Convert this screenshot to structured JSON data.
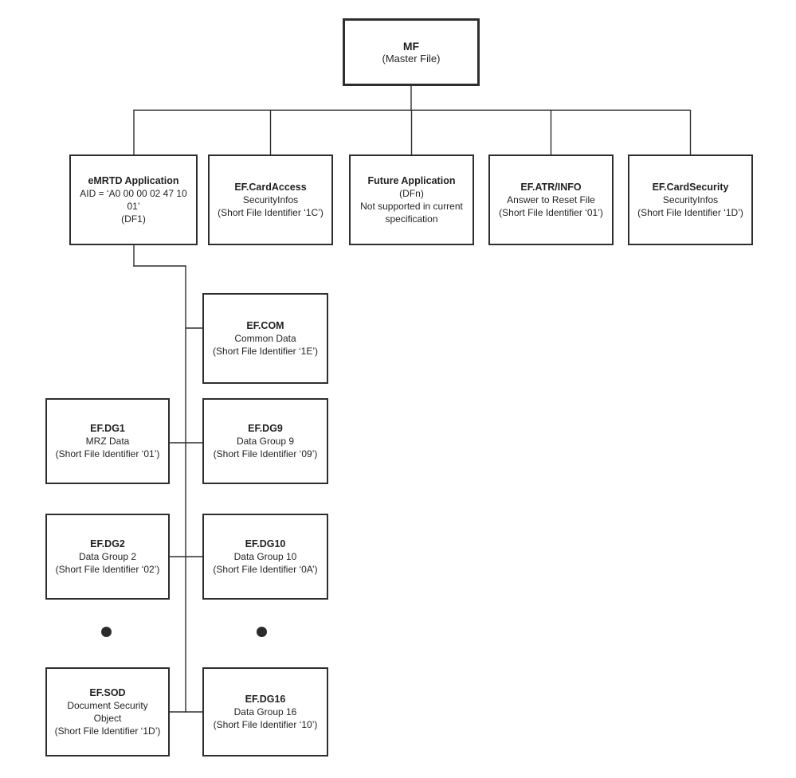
{
  "colors": {
    "line": "#2e2e2e",
    "text": "#231f20",
    "background": "#ffffff"
  },
  "nodes": {
    "mf": {
      "title": "MF",
      "lines": [
        "(Master File)"
      ]
    },
    "emrtd_application": {
      "title": "eMRTD Application",
      "lines": [
        "AID = ‘A0 00 00 02 47 10 01’",
        "(DF1)"
      ]
    },
    "ef_cardaccess": {
      "title": "EF.CardAccess",
      "lines": [
        "SecurityInfos",
        "(Short File Identifier ‘1C’)"
      ]
    },
    "future_application": {
      "title": "Future Application",
      "lines": [
        "(DFn)",
        "Not supported in current",
        "specification"
      ]
    },
    "ef_atr_info": {
      "title": "EF.ATR/INFO",
      "lines": [
        "Answer to Reset File",
        "(Short File Identifier ‘01’)"
      ]
    },
    "ef_cardsecurity": {
      "title": "EF.CardSecurity",
      "lines": [
        "SecurityInfos",
        "(Short File Identifier ‘1D’)"
      ]
    },
    "ef_com": {
      "title": "EF.COM",
      "lines": [
        "Common Data",
        "(Short File Identifier ‘1E’)"
      ]
    },
    "ef_dg1": {
      "title": "EF.DG1",
      "lines": [
        "MRZ Data",
        "(Short File Identifier ‘01’)"
      ]
    },
    "ef_dg9": {
      "title": "EF.DG9",
      "lines": [
        "Data Group 9",
        "(Short File Identifier ‘09’)"
      ]
    },
    "ef_dg2": {
      "title": "EF.DG2",
      "lines": [
        "Data Group 2",
        "(Short File Identifier ‘02’)"
      ]
    },
    "ef_dg10": {
      "title": "EF.DG10",
      "lines": [
        "Data Group 10",
        "(Short File Identifier ‘0A’)"
      ]
    },
    "ef_sod": {
      "title": "EF.SOD",
      "lines": [
        "Document Security",
        "Object",
        "(Short File Identifier ‘1D’)"
      ]
    },
    "ef_dg16": {
      "title": "EF.DG16",
      "lines": [
        "Data Group 16",
        "(Short File Identifier ‘10’)"
      ]
    }
  }
}
